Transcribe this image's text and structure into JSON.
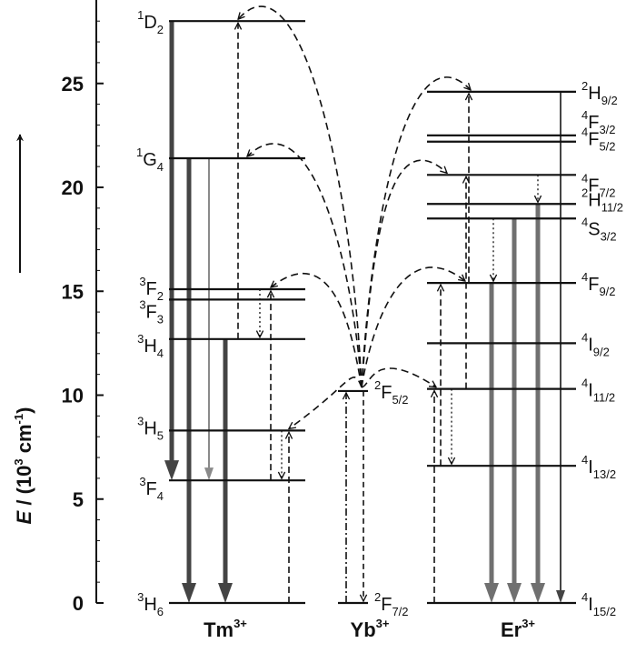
{
  "axis": {
    "ylim": [
      0,
      28.5
    ],
    "ticks": [
      0,
      5,
      10,
      15,
      20,
      25
    ],
    "title_var": "E",
    "title_rest": " / (10",
    "title_exp": "3",
    "title_unit": " cm",
    "title_unit_exp": "-1",
    "title_close": ")"
  },
  "ions": {
    "tm": {
      "base": "Tm",
      "charge": "3+"
    },
    "yb": {
      "base": "Yb",
      "charge": "3+"
    },
    "er": {
      "base": "Er",
      "charge": "3+"
    }
  },
  "levels": [
    {
      "ion": "tm",
      "energy": 0.0,
      "sup": "3",
      "base": "H",
      "sub": "6"
    },
    {
      "ion": "tm",
      "energy": 5.9,
      "sup": "3",
      "base": "F",
      "sub": "4"
    },
    {
      "ion": "tm",
      "energy": 8.3,
      "sup": "3",
      "base": "H",
      "sub": "5"
    },
    {
      "ion": "tm",
      "energy": 12.7,
      "sup": "3",
      "base": "H",
      "sub": "4"
    },
    {
      "ion": "tm",
      "energy": 14.6,
      "sup": "3",
      "base": "F",
      "sub": "3"
    },
    {
      "ion": "tm",
      "energy": 15.1,
      "sup": "3",
      "base": "F",
      "sub": "2"
    },
    {
      "ion": "tm",
      "energy": 21.4,
      "sup": "1",
      "base": "G",
      "sub": "4"
    },
    {
      "ion": "tm",
      "energy": 28.0,
      "sup": "1",
      "base": "D",
      "sub": "2"
    },
    {
      "ion": "yb",
      "energy": 0.0,
      "sup": "2",
      "base": "F",
      "sub": "7/2"
    },
    {
      "ion": "yb",
      "energy": 10.2,
      "sup": "2",
      "base": "F",
      "sub": "5/2"
    },
    {
      "ion": "er",
      "energy": 0.0,
      "sup": "4",
      "base": "I",
      "sub": "15/2"
    },
    {
      "ion": "er",
      "energy": 6.6,
      "sup": "4",
      "base": "I",
      "sub": "13/2"
    },
    {
      "ion": "er",
      "energy": 10.3,
      "sup": "4",
      "base": "I",
      "sub": "11/2"
    },
    {
      "ion": "er",
      "energy": 12.5,
      "sup": "4",
      "base": "I",
      "sub": "9/2"
    },
    {
      "ion": "er",
      "energy": 15.4,
      "sup": "4",
      "base": "F",
      "sub": "9/2"
    },
    {
      "ion": "er",
      "energy": 18.5,
      "sup": "4",
      "base": "S",
      "sub": "3/2"
    },
    {
      "ion": "er",
      "energy": 19.2,
      "sup": "2",
      "base": "H",
      "sub": "11/2"
    },
    {
      "ion": "er",
      "energy": 20.6,
      "sup": "4",
      "base": "F",
      "sub": "7/2"
    },
    {
      "ion": "er",
      "energy": 22.2,
      "sup": "4",
      "base": "F",
      "sub": "5/2"
    },
    {
      "ion": "er",
      "energy": 22.5,
      "sup": "4",
      "base": "F",
      "sub": "3/2"
    },
    {
      "ion": "er",
      "energy": 24.6,
      "sup": "2",
      "base": "H",
      "sub": "9/2"
    }
  ],
  "emissions": [
    {
      "ion": "tm",
      "col": 0,
      "from": 28.0,
      "to": 5.9,
      "color": "#444444"
    },
    {
      "ion": "tm",
      "col": 1,
      "from": 21.4,
      "to": 0.0,
      "color": "#444444"
    },
    {
      "ion": "tm",
      "col": 2,
      "from": 21.4,
      "to": 5.9,
      "color": "#8a8a8a"
    },
    {
      "ion": "tm",
      "col": 3,
      "from": 12.7,
      "to": 0.0,
      "color": "#444444"
    },
    {
      "ion": "er",
      "col": 0,
      "from": 15.4,
      "to": 0.0,
      "color": "#707070"
    },
    {
      "ion": "er",
      "col": 1,
      "from": 18.5,
      "to": 0.0,
      "color": "#707070"
    },
    {
      "ion": "er",
      "col": 2,
      "from": 19.2,
      "to": 0.0,
      "color": "#707070"
    },
    {
      "ion": "er",
      "col": 3,
      "from": 24.6,
      "to": 0.0,
      "color": "#444444"
    }
  ],
  "energy_transfers": [
    {
      "to_ion": "tm",
      "target": 8.3
    },
    {
      "to_ion": "tm",
      "target": 15.1
    },
    {
      "to_ion": "tm",
      "target": 21.4
    },
    {
      "to_ion": "tm",
      "target": 28.0
    },
    {
      "to_ion": "er",
      "target": 10.3
    },
    {
      "to_ion": "er",
      "target": 15.4
    },
    {
      "to_ion": "er",
      "target": 20.6
    },
    {
      "to_ion": "er",
      "target": 24.6
    }
  ],
  "upward_excitations": [
    {
      "ion": "tm",
      "col": 0,
      "from": 0.0,
      "to": 8.3
    },
    {
      "ion": "tm",
      "col": 1,
      "from": 5.9,
      "to": 15.1
    },
    {
      "ion": "tm",
      "col": 2,
      "from": 12.7,
      "to": 28.0
    },
    {
      "ion": "er",
      "col": 0,
      "from": 0.0,
      "to": 10.3
    },
    {
      "ion": "er",
      "col": 1,
      "from": 6.6,
      "to": 15.4
    },
    {
      "ion": "er",
      "col": 2,
      "from": 10.3,
      "to": 20.6
    },
    {
      "ion": "er",
      "col": 3,
      "from": 15.4,
      "to": 24.6
    }
  ],
  "relaxations": [
    {
      "ion": "tm",
      "col": 0,
      "from": 8.3,
      "to": 5.9
    },
    {
      "ion": "tm",
      "col": 1,
      "from": 15.1,
      "to": 12.7
    },
    {
      "ion": "er",
      "col": 0,
      "from": 10.3,
      "to": 6.6
    },
    {
      "ion": "er",
      "col": 1,
      "from": 18.5,
      "to": 15.4
    },
    {
      "ion": "er",
      "col": 2,
      "from": 20.6,
      "to": 19.2
    }
  ]
}
